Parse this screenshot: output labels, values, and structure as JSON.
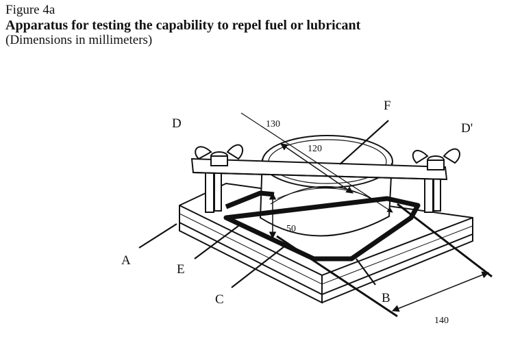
{
  "caption": {
    "figure_number": "Figure 4a",
    "title": "Apparatus for testing the capability to repel fuel or lubricant",
    "subtitle": "(Dimensions in millimeters)"
  },
  "labels": {
    "A": "A",
    "B": "B",
    "C": "C",
    "D": "D",
    "D_prime": "D'",
    "E": "E",
    "F": "F"
  },
  "dimensions": {
    "outer_diameter": "130",
    "inner_diameter": "120",
    "height": "50",
    "frame_width": "140"
  }
}
